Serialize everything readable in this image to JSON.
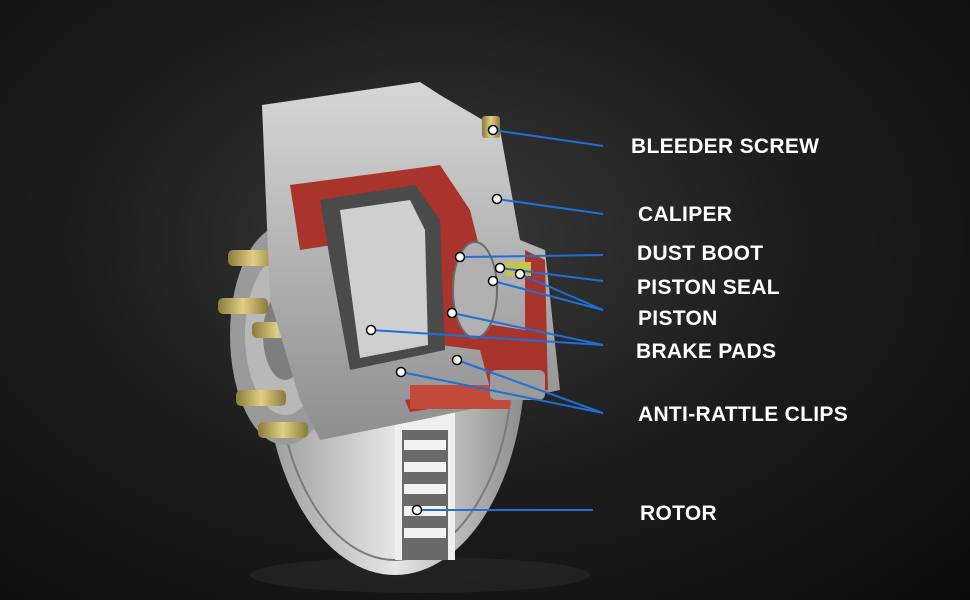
{
  "colors": {
    "leader_line": "#1f6fd6",
    "caliper_body": "#b9b9b9",
    "cutaway": "#a8342b",
    "rotor": "#d9d9d9",
    "stud": "#c9b36a"
  },
  "labels": {
    "bleeder_screw": "BLEEDER SCREW",
    "caliper": "CALIPER",
    "dust_boot": "DUST BOOT",
    "piston_seal": "PISTON SEAL",
    "piston": "PISTON",
    "brake_pads": "BRAKE PADS",
    "anti_rattle_clips": "ANTI-RATTLE CLIPS",
    "rotor": "ROTOR"
  }
}
